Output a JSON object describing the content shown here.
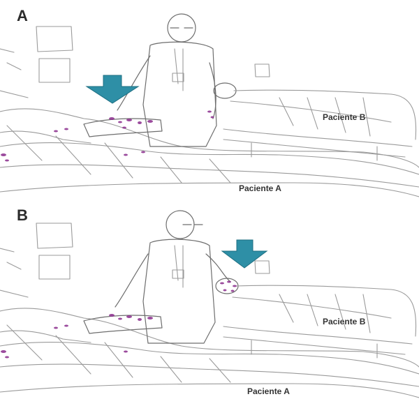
{
  "figure": {
    "accent_color": "#2e8fa6",
    "contamination_color": "#8a2b8c",
    "panels": [
      {
        "letter": "A",
        "patient_b_label": "Paciente B",
        "patient_a_label": "Paciente A",
        "arrow_target": "hand-touching-patient-a"
      },
      {
        "letter": "B",
        "patient_b_label": "Paciente B",
        "patient_a_label": "Paciente A",
        "arrow_target": "hand-touching-patient-b"
      }
    ]
  }
}
